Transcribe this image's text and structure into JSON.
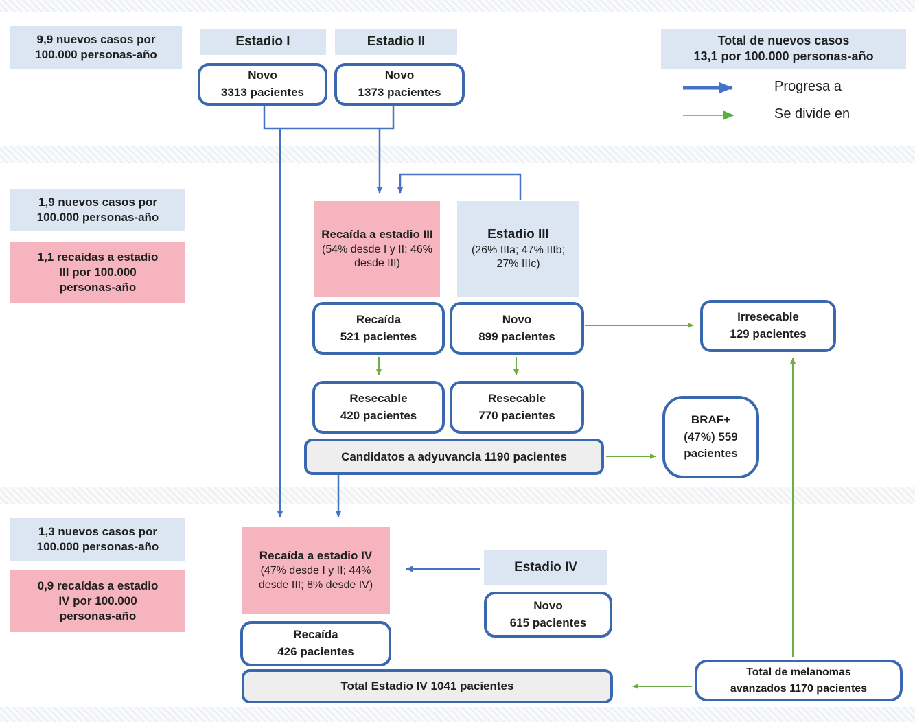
{
  "colors": {
    "box_border_blue": "#3a68b0",
    "arrow_blue": "#4472c4",
    "arrow_green": "#70ad47",
    "fill_light_blue": "#dbe6f2",
    "fill_pink": "#f5b4be",
    "fill_gray": "#eeeeee"
  },
  "legend": {
    "progresa": "Progresa a",
    "divide": "Se divide en"
  },
  "row1": {
    "rate": "9,9 nuevos casos por\n100.000 personas-año",
    "estadio1": "Estadio I",
    "estadio2": "Estadio II",
    "novo3313": "Novo\n3313 pacientes",
    "novo1373": "Novo\n1373 pacientes",
    "total": "Total de nuevos casos\n13,1 por 100.000 personas-año"
  },
  "row2": {
    "rate_new": "1,9 nuevos casos por\n100.000 personas-año",
    "rate_relapse": "1,1 recaídas a estadio\nIII por 100.000\npersonas-año",
    "relapse_title": "Recaída a estadio III",
    "relapse_sub": "(54% desde I y II; 46% desde III)",
    "estadio3_title": "Estadio III",
    "estadio3_sub": "(26% IIIa; 47% IIIb; 27% IIIc)",
    "recaida521": "Recaída\n521 pacientes",
    "novo899": "Novo\n899 pacientes",
    "irresecable": "Irresecable\n129 pacientes",
    "resecable420": "Resecable\n420 pacientes",
    "resecable770": "Resecable\n770 pacientes",
    "candidatos": "Candidatos a adyuvancia 1190 pacientes",
    "braf": "BRAF+\n(47%) 559\npacientes"
  },
  "row3": {
    "rate_new": "1,3 nuevos casos por\n100.000 personas-año",
    "rate_relapse": "0,9 recaídas a estadio\nIV por 100.000\npersonas-año",
    "relapse_title": "Recaída a estadio IV ",
    "relapse_sub": "(47% desde I y II; 44% desde III; 8% desde IV)",
    "estadio4": "Estadio IV",
    "novo615": "Novo\n615 pacientes",
    "recaida426": "Recaída\n426 pacientes",
    "total_iv": "Total Estadio IV 1041 pacientes",
    "total_melanomas": "Total de melanomas\navanzados 1170 pacientes"
  }
}
